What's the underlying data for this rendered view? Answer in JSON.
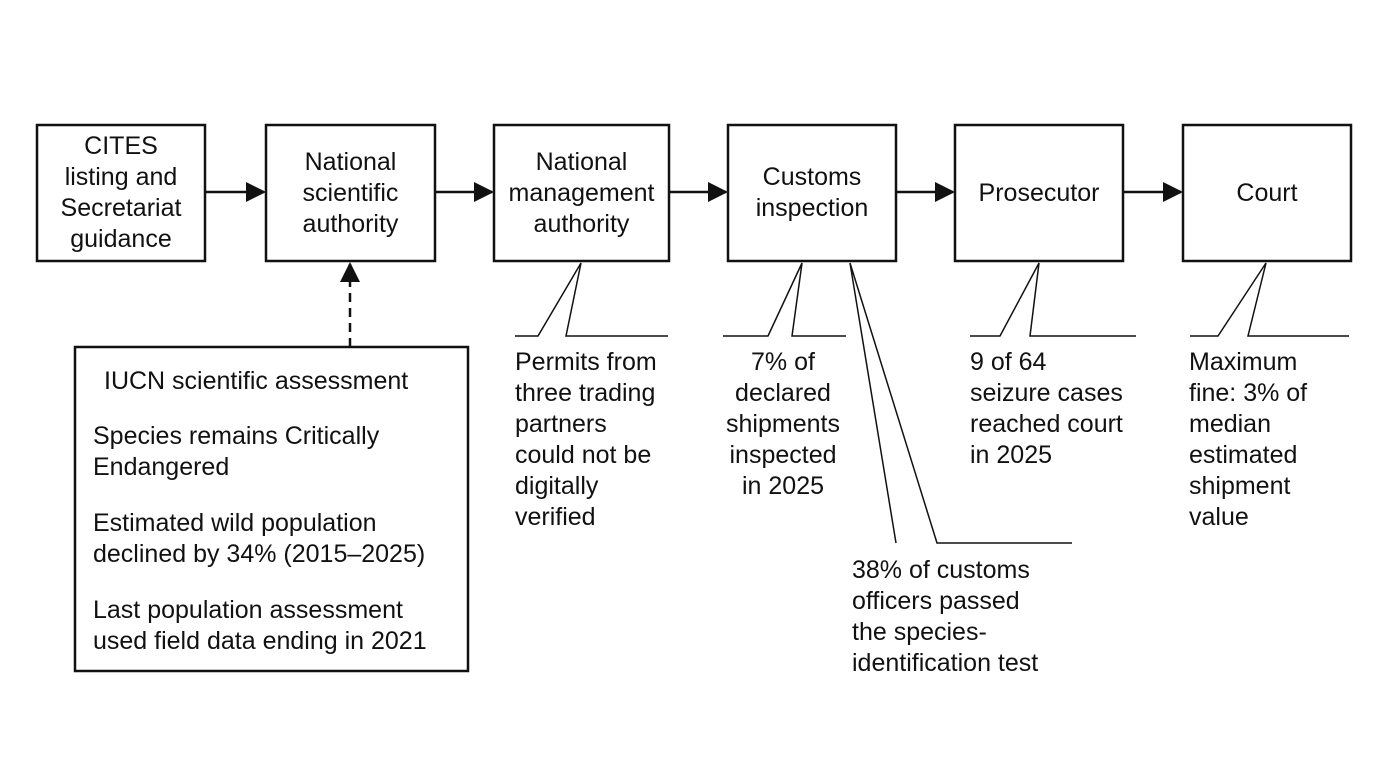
{
  "stages": [
    {
      "id": "cites",
      "label": "CITES\nlisting and\nSecretariat\nguidance"
    },
    {
      "id": "nsa",
      "label": "National\nscientific\nauthority"
    },
    {
      "id": "nma",
      "label": "National\nmanagement\nauthority"
    },
    {
      "id": "customs",
      "label": "Customs\ninspection"
    },
    {
      "id": "prosecutor",
      "label": "Prosecutor"
    },
    {
      "id": "court",
      "label": "Court"
    }
  ],
  "assessment": {
    "title": "IUCN scientific assessment",
    "items": [
      "Species remains Critically\nEndangered",
      "Estimated wild population\ndeclined by 34% (2015–2025)",
      "Last population assessment\nused field data ending in 2021"
    ]
  },
  "callouts": {
    "permits": "Permits from\nthree trading\npartners\ncould not be\ndigitally\nverified",
    "inspected": "7% of\ndeclared\nshipments\ninspected\nin 2025",
    "officers": "38% of customs\nofficers passed\nthe species-\nidentification test",
    "seizures": "9 of 64\nseizure cases\nreached court\nin 2025",
    "fine": "Maximum\nfine: 3% of\nmedian\nestimated\nshipment\nvalue"
  }
}
